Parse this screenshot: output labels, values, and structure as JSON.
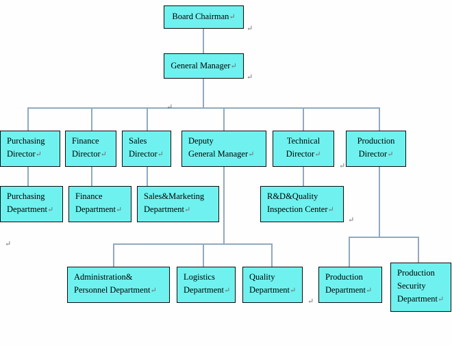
{
  "page": {
    "title": "Organization Chart",
    "background_color": "#fefefe",
    "node_fill_color": "#6ff2ef",
    "node_border_color": "#0a0a0a",
    "connector_color": "#8fa9bd",
    "text_color": "#000000",
    "paragraph_mark": "↵"
  },
  "nodes": {
    "board_chairman": "Board Chairman",
    "general_manager": "General Manager",
    "purchasing_director": "Purchasing\nDirector",
    "finance_director": "Finance\nDirector",
    "sales_director": "Sales\nDirector",
    "deputy_general_manager": "Deputy\nGeneral Manager",
    "technical_director": "Technical\nDirector",
    "production_director": "Production\nDirector",
    "purchasing_department": "Purchasing\nDepartment",
    "finance_department": "Finance\nDepartment",
    "sales_marketing_department": "Sales&Marketing\nDepartment",
    "rd_quality_inspection_center": "R&D&Quality\nInspection Center",
    "administration_personnel_department": "Administration&\nPersonnel Department",
    "logistics_department": "Logistics\nDepartment",
    "quality_department": "Quality\nDepartment",
    "production_department": "Production\nDepartment",
    "production_security_department": "Production\nSecurity\nDepartment"
  },
  "marks": {
    "m1": "↵",
    "m2": "↵",
    "m3": "↵",
    "m4": "↵",
    "m5": "↵",
    "m6": "↵",
    "m7": "↵",
    "m8": "↵",
    "m9": "↵",
    "m10": "↵",
    "m11": "↵",
    "m12": "↵",
    "m13": "↵",
    "m14": "↵",
    "m15": "↵",
    "m16": "↵",
    "m17": "↵",
    "m18": "↵",
    "m19": "↵",
    "m20": "↵",
    "m21": "↵",
    "m22": "↵",
    "m23": "↵"
  }
}
